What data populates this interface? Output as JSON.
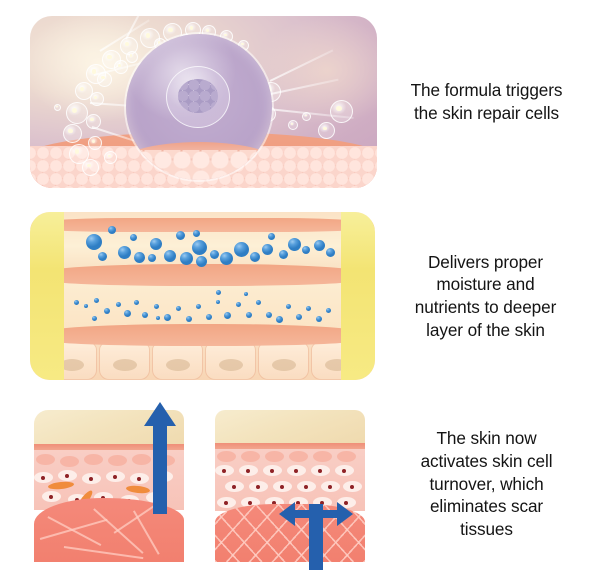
{
  "meta": {
    "kind": "product-benefit-infographic",
    "background_color": "#ffffff",
    "text_color": "#141414",
    "accent_blue": "#2560ad",
    "droplet_blue": "#3d8fd4",
    "skin_pink": "#f2806f",
    "skin_light": "#f9cfc6",
    "epidermis_cream": "#f3e3bd",
    "panel1_purple": "#b9a3c9",
    "panel1_peach": "#ef9d81",
    "panel2_yellow": "#f3e473"
  },
  "steps": [
    {
      "id": "step-1",
      "caption": "The formula triggers\nthe skin repair cells",
      "image": {
        "name": "skin-repair-cell-illustration",
        "alt": "Magnified purple skin cell with nucleus surrounded by white formula bubbles above a layer of pink skin cells"
      }
    },
    {
      "id": "step-2",
      "caption": "Delivers proper\nmoisture and\nnutrients to deeper\nlayer of the skin",
      "image": {
        "name": "skin-layers-moisture-droplets-illustration",
        "alt": "Cross-section of skin layers with large and small blue moisture droplets penetrating downward"
      }
    },
    {
      "id": "step-3",
      "caption": "The skin now\nactivates skin cell\nturnover, which\neliminates scar\ntissues",
      "image": {
        "name": "skin-cell-turnover-illustration",
        "alt": "Two skin blocks: left with an upward blue arrow, right with a Y-shaped blue arrow spreading outward"
      }
    }
  ]
}
